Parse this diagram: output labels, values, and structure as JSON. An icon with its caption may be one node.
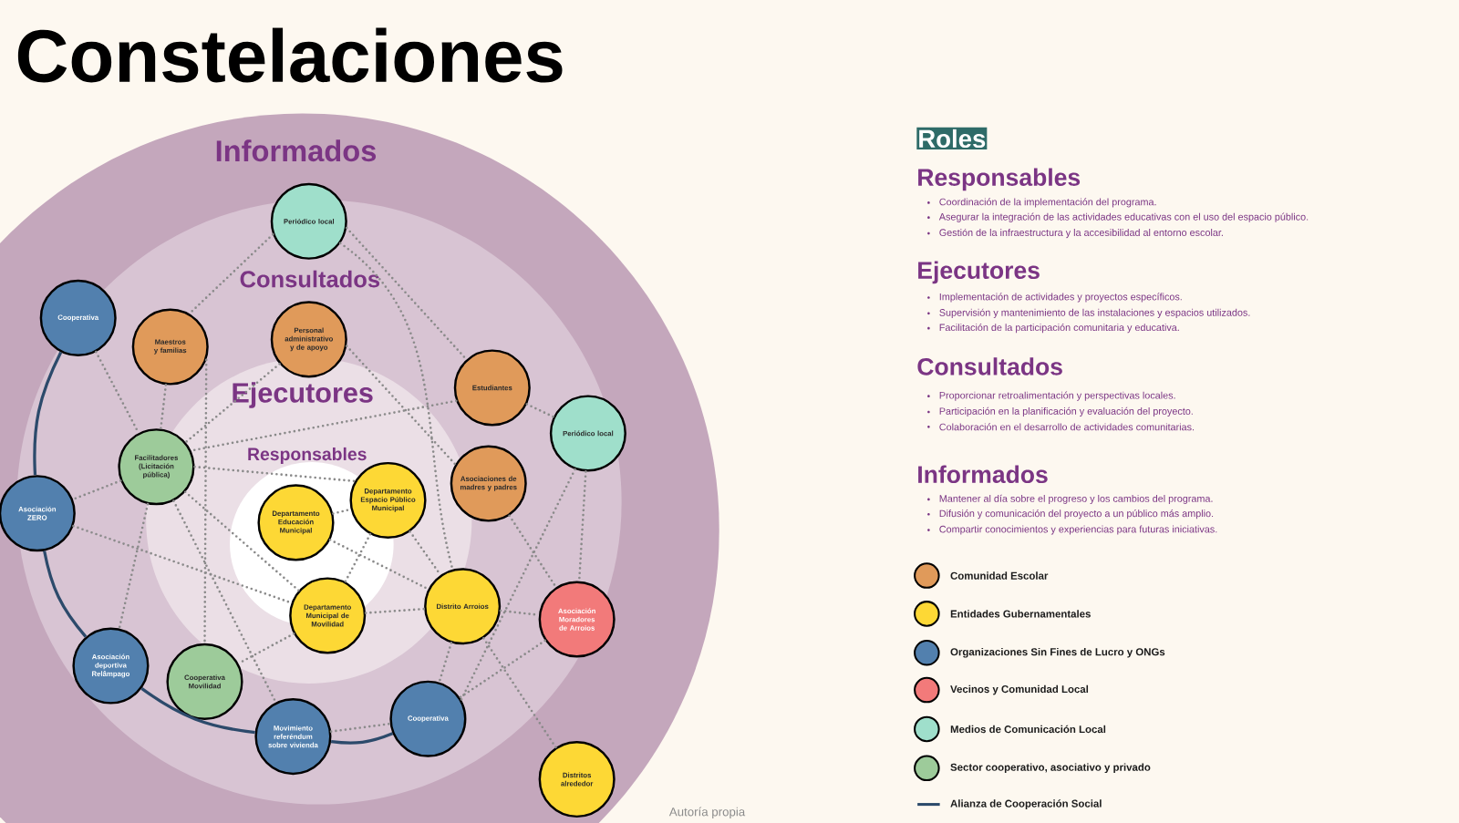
{
  "diagram": {
    "title": "Constelaciones",
    "caption": "Autoría propia",
    "nodes": [
      {
        "text": [
          "Informados"
        ]
      },
      {
        "text": [
          "Consultados"
        ],
        "in": 0
      },
      {
        "text": [
          "Ejecutores"
        ],
        "in": 1
      },
      {
        "text": [
          "Responsables"
        ],
        "in": 2
      },
      {
        "text": [
          "Periódico local"
        ],
        "in": 0
      },
      {
        "text": [
          "Cooperativa"
        ],
        "in": 0
      },
      {
        "text": [
          "Maestros y familias"
        ],
        "in": 1
      },
      {
        "text": [
          "Personal administrativo y de apoyo"
        ],
        "in": 1
      },
      {
        "text": [
          "Estudiantes"
        ],
        "in": 1
      },
      {
        "text": [
          "Periódico local"
        ],
        "in": 1
      },
      {
        "text": [
          "Facilitadores (Licitación pública)"
        ],
        "in": 1
      },
      {
        "text": [
          "Asociaciones de madres y padres"
        ],
        "in": 1
      },
      {
        "text": [
          "Asociación ZERO"
        ],
        "in": 0
      },
      {
        "text": [
          "Departamento Educación Municipal"
        ],
        "in": 3
      },
      {
        "text": [
          "Departamento Espacio Público Municipal"
        ],
        "in": 2
      },
      {
        "text": [
          "Departamento Municipal de Movilidad"
        ],
        "in": 2
      },
      {
        "text": [
          "Distrito Arroios"
        ],
        "in": 1
      },
      {
        "text": [
          "Asociación Moradores de Arroios"
        ],
        "in": 1
      },
      {
        "text": [
          "Asociación deportiva Relâmpago"
        ],
        "in": 1
      },
      {
        "text": [
          "Cooperativa Movilidad"
        ],
        "in": 1
      },
      {
        "text": [
          "Movimiento referéndum sobre vivienda"
        ],
        "in": 1
      },
      {
        "text": [
          "Cooperativa"
        ],
        "in": 1
      },
      {
        "text": [
          "Distritos alrededor"
        ],
        "in": 0
      }
    ],
    "edges": [
      {
        "from": 4,
        "to": 6,
        "arrow": "none",
        "style": "dashed"
      },
      {
        "from": 4,
        "to": 8,
        "arrow": "none",
        "style": "dashed"
      },
      {
        "from": 4,
        "to": 16,
        "arrow": "none",
        "style": "dashed"
      },
      {
        "from": 5,
        "to": 10,
        "arrow": "none",
        "style": "dashed"
      },
      {
        "from": 6,
        "to": 10,
        "arrow": "none",
        "style": "dashed"
      },
      {
        "from": 6,
        "to": 19,
        "arrow": "none",
        "style": "dashed"
      },
      {
        "from": 7,
        "to": 10,
        "arrow": "none",
        "style": "dashed"
      },
      {
        "from": 7,
        "to": 11,
        "arrow": "none",
        "style": "dashed"
      },
      {
        "from": 8,
        "to": 9,
        "arrow": "none",
        "style": "dashed"
      },
      {
        "from": 8,
        "to": 10,
        "arrow": "none",
        "style": "dashed"
      },
      {
        "from": 10,
        "to": 14,
        "arrow": "none",
        "style": "dashed"
      },
      {
        "from": 10,
        "to": 12,
        "arrow": "none",
        "style": "dashed"
      },
      {
        "from": 10,
        "to": 15,
        "arrow": "none",
        "style": "dashed"
      },
      {
        "from": 10,
        "to": 20,
        "arrow": "none",
        "style": "dashed"
      },
      {
        "from": 10,
        "to": 18,
        "arrow": "none",
        "style": "dashed"
      },
      {
        "from": 12,
        "to": 15,
        "arrow": "none",
        "style": "dashed"
      },
      {
        "from": 13,
        "to": 14,
        "arrow": "none",
        "style": "dashed"
      },
      {
        "from": 13,
        "to": 16,
        "arrow": "none",
        "style": "dashed"
      },
      {
        "from": 14,
        "to": 15,
        "arrow": "none",
        "style": "dashed"
      },
      {
        "from": 14,
        "to": 16,
        "arrow": "none",
        "style": "dashed"
      },
      {
        "from": 15,
        "to": 16,
        "arrow": "none",
        "style": "dashed"
      },
      {
        "from": 15,
        "to": 19,
        "arrow": "none",
        "style": "dashed"
      },
      {
        "from": 16,
        "to": 17,
        "arrow": "none",
        "style": "dashed"
      },
      {
        "from": 16,
        "to": 21,
        "arrow": "none",
        "style": "dashed"
      },
      {
        "from": 16,
        "to": 22,
        "arrow": "none",
        "style": "dashed"
      },
      {
        "from": 11,
        "to": 17,
        "arrow": "none",
        "style": "dashed"
      },
      {
        "from": 9,
        "to": 17,
        "arrow": "none",
        "style": "dashed"
      },
      {
        "from": 9,
        "to": 21,
        "arrow": "none",
        "style": "dashed"
      },
      {
        "from": 17,
        "to": 21,
        "arrow": "none",
        "style": "dashed"
      },
      {
        "from": 20,
        "to": 21,
        "arrow": "none",
        "style": "dashed"
      },
      {
        "from": 5,
        "to": 12,
        "arrow": "none",
        "color": "#2c4a6b"
      },
      {
        "from": 12,
        "to": 18,
        "arrow": "none",
        "color": "#2c4a6b"
      },
      {
        "from": 18,
        "to": 20,
        "arrow": "none",
        "color": "#2c4a6b"
      },
      {
        "from": 20,
        "to": 21,
        "arrow": "none",
        "color": "#2c4a6b"
      }
    ],
    "labels": [
      "Roles",
      "Responsables",
      "Coordinación de la implementación del programa.",
      "Asegurar la integración de las actividades educativas con el uso del espacio público.",
      "Gestión de la infraestructura y la accesibilidad al entorno escolar.",
      "Ejecutores",
      "Implementación de actividades y proyectos específicos.",
      "Supervisión y mantenimiento de las instalaciones y espacios utilizados.",
      "Facilitación de la participación comunitaria y educativa.",
      "Consultados",
      "Proporcionar retroalimentación y perspectivas locales.",
      "Participación en la planificación y evaluación del proyecto.",
      "Colaboración en el desarrollo de actividades comunitarias.",
      "Informados",
      "Mantener al día sobre el progreso y los cambios del programa.",
      "Difusión y comunicación del proyecto a un público más amplio.",
      "Compartir conocimientos y experiencias para futuras iniciativas."
    ],
    "legend": [
      {
        "text": "Comunidad Escolar",
        "color": "#e09a5a"
      },
      {
        "text": "Entidades Gubernamentales",
        "color": "#fdd835"
      },
      {
        "text": "Organizaciones Sin Fines de Lucro y ONGs",
        "color": "#5280ae"
      },
      {
        "text": "Vecinos y Comunidad Local",
        "color": "#f27a7a"
      },
      {
        "text": "Medios de Comunicación Local",
        "color": "#9fdfcb"
      },
      {
        "text": "Sector cooperativo, asociativo y privado",
        "color": "#9dcb9a"
      },
      {
        "text": "Alianza de Cooperación Social"
      }
    ]
  }
}
